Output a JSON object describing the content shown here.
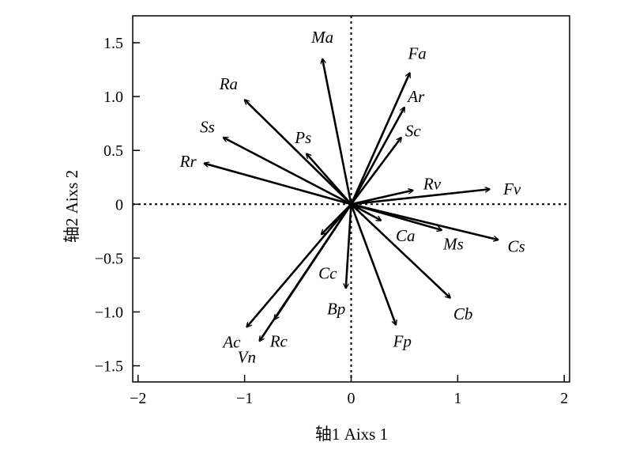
{
  "chart_data": {
    "type": "biplot",
    "xlabel": "轴1 Aixs 1",
    "ylabel": "轴2 Aixs 2",
    "xlim": [
      -2.05,
      2.05
    ],
    "ylim": [
      -1.65,
      1.75
    ],
    "x_ticks": [
      -2,
      -1,
      0,
      1,
      2
    ],
    "x_tick_labels": [
      "−2",
      "−1",
      "0",
      "1",
      "2"
    ],
    "y_ticks": [
      -1.5,
      -1.0,
      -0.5,
      0,
      0.5,
      1.0,
      1.5
    ],
    "y_tick_labels": [
      "−1.5",
      "−1.0",
      "−0.5",
      "0",
      "0.5",
      "1.0",
      "1.5"
    ],
    "reference_lines": {
      "x": 0,
      "y": 0,
      "style": "dotted"
    },
    "vectors": [
      {
        "name": "Ma",
        "x": -0.27,
        "y": 1.35
      },
      {
        "name": "Fa",
        "x": 0.55,
        "y": 1.22
      },
      {
        "name": "Ar",
        "x": 0.5,
        "y": 0.9
      },
      {
        "name": "Sc",
        "x": 0.47,
        "y": 0.62
      },
      {
        "name": "Ra",
        "x": -1.0,
        "y": 0.97
      },
      {
        "name": "Ss",
        "x": -1.2,
        "y": 0.62
      },
      {
        "name": "Ps",
        "x": -0.42,
        "y": 0.47
      },
      {
        "name": "Rr",
        "x": -1.38,
        "y": 0.38
      },
      {
        "name": "Rv",
        "x": 0.58,
        "y": 0.13
      },
      {
        "name": "Fv",
        "x": 1.3,
        "y": 0.14
      },
      {
        "name": "Ca",
        "x": 0.28,
        "y": -0.15
      },
      {
        "name": "Ms",
        "x": 0.85,
        "y": -0.24
      },
      {
        "name": "Cs",
        "x": 1.38,
        "y": -0.33
      },
      {
        "name": "Cb",
        "x": 0.93,
        "y": -0.87
      },
      {
        "name": "Fp",
        "x": 0.42,
        "y": -1.12
      },
      {
        "name": "Bp",
        "x": -0.05,
        "y": -0.78
      },
      {
        "name": "Cc",
        "x": -0.28,
        "y": -0.28
      },
      {
        "name": "Rc",
        "x": -0.72,
        "y": -1.07
      },
      {
        "name": "Vn",
        "x": -0.86,
        "y": -1.27
      },
      {
        "name": "Ac",
        "x": -0.98,
        "y": -1.14
      }
    ],
    "labels": [
      {
        "text": "Ma",
        "x": -0.27,
        "y": 1.55
      },
      {
        "text": "Fa",
        "x": 0.62,
        "y": 1.4
      },
      {
        "text": "Ar",
        "x": 0.61,
        "y": 1.0
      },
      {
        "text": "Sc",
        "x": 0.58,
        "y": 0.68
      },
      {
        "text": "Ra",
        "x": -1.15,
        "y": 1.12
      },
      {
        "text": "Ss",
        "x": -1.35,
        "y": 0.72
      },
      {
        "text": "Ps",
        "x": -0.45,
        "y": 0.62
      },
      {
        "text": "Rr",
        "x": -1.53,
        "y": 0.4
      },
      {
        "text": "Rv",
        "x": 0.76,
        "y": 0.19
      },
      {
        "text": "Fv",
        "x": 1.51,
        "y": 0.14
      },
      {
        "text": "Ca",
        "x": 0.51,
        "y": -0.29
      },
      {
        "text": "Ms",
        "x": 0.96,
        "y": -0.37
      },
      {
        "text": "Cs",
        "x": 1.55,
        "y": -0.39
      },
      {
        "text": "Cb",
        "x": 1.05,
        "y": -1.02
      },
      {
        "text": "Fp",
        "x": 0.48,
        "y": -1.27
      },
      {
        "text": "Bp",
        "x": -0.14,
        "y": -0.97
      },
      {
        "text": "Cc",
        "x": -0.22,
        "y": -0.64
      },
      {
        "text": "Rc",
        "x": -0.68,
        "y": -1.27
      },
      {
        "text": "Vn",
        "x": -0.98,
        "y": -1.42
      },
      {
        "text": "Ac",
        "x": -1.12,
        "y": -1.28
      }
    ]
  }
}
